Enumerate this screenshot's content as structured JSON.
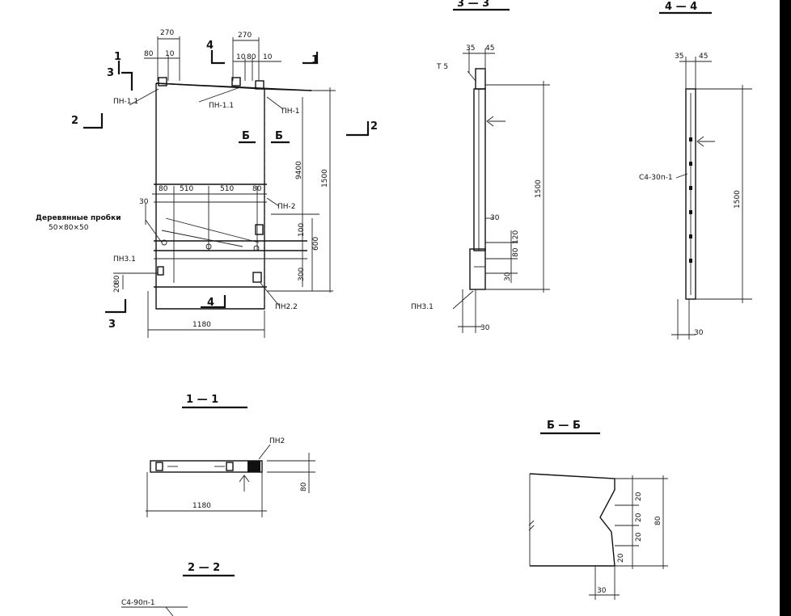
{
  "section_titles": {
    "s11": "1 — 1",
    "s22": "2 — 2",
    "s33": "3 — 3",
    "s44": "4 — 4",
    "sbb": "Б — Б"
  },
  "main_view": {
    "cut_marks": [
      "3",
      "1",
      "4",
      "1",
      "2",
      "2",
      "4",
      "3",
      "Б",
      "Б"
    ],
    "labels": {
      "pn11_top": "ПН-1.1",
      "pn11_mid": "ПН-1.1",
      "pn1_right": "ПН-1",
      "pn2_right": "ПН-2",
      "pn31": "ПН3.1",
      "pn22": "ПН2.2",
      "wood": "Деревянные пробки",
      "wood_size": "50×80×50"
    },
    "dims": {
      "top_left": "270",
      "top_left_a": "80",
      "top_left_b": "10",
      "top_mid": "270",
      "top_mid_a": "10",
      "top_mid_b": "80",
      "top_mid_c": "10",
      "h_total": "1500",
      "h_940": "9400",
      "row_a": "80",
      "row_b": "510",
      "row_c": "510",
      "row_d": "80",
      "left_30": "30",
      "left_80": "80",
      "left_20": "20",
      "right_100": "100",
      "right_600": "600",
      "right_300": "300",
      "bottom_w": "1180"
    }
  },
  "section_33": {
    "label_top": "Т 5",
    "label_bot": "ПН3.1",
    "d_top_a": "35",
    "d_top_b": "45",
    "d_h": "1500",
    "d_30a": "30",
    "d_30b": "30",
    "d_120": "120",
    "d_80": "80",
    "d_30c": "30"
  },
  "section_44": {
    "label": "С4-30п-1",
    "d_top_a": "35",
    "d_top_b": "45",
    "d_h": "1500",
    "d_bot": "30"
  },
  "section_11": {
    "label": "ПН2",
    "width": "1180",
    "h": "80"
  },
  "section_22": {
    "label": "С4-90п-1"
  },
  "section_bb": {
    "d1": "20",
    "d2": "20",
    "d3": "20",
    "d4": "20",
    "total": "80",
    "bottom": "30"
  }
}
